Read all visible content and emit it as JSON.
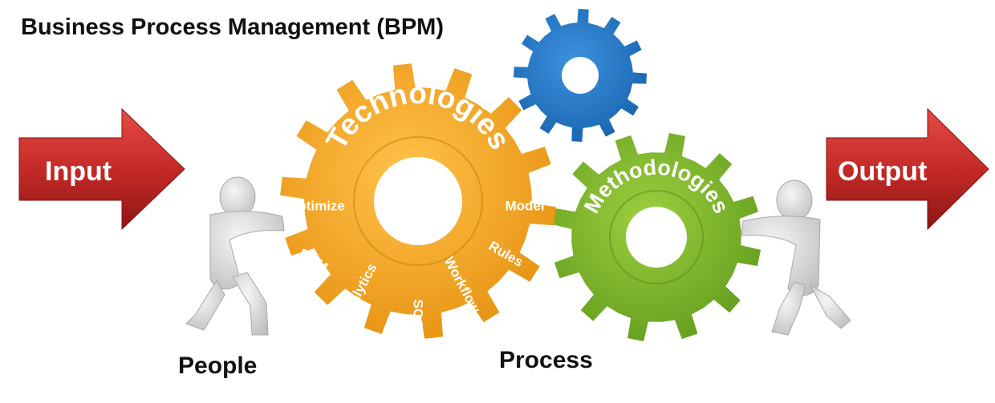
{
  "title": "Business Process Management (BPM)",
  "arrows": {
    "input": "Input",
    "output": "Output"
  },
  "gears": {
    "technologies": {
      "label": "Technologies",
      "items": [
        "Optimize",
        "BAM",
        "Analytics",
        "SOA",
        "Workflow",
        "Rules",
        "Model"
      ]
    },
    "methodologies": {
      "label": "Methodologies"
    }
  },
  "captions": {
    "people": "People",
    "process": "Process"
  },
  "colors": {
    "arrow": "#c42a27",
    "technologies_gear": "#f2a01d",
    "methodologies_gear": "#79b22a",
    "top_gear": "#1c74c4",
    "figure": "#dcdcdc"
  },
  "icons": {
    "input_arrow": "right-arrow-icon",
    "output_arrow": "right-arrow-icon",
    "figures": "pushing-person-icon"
  }
}
